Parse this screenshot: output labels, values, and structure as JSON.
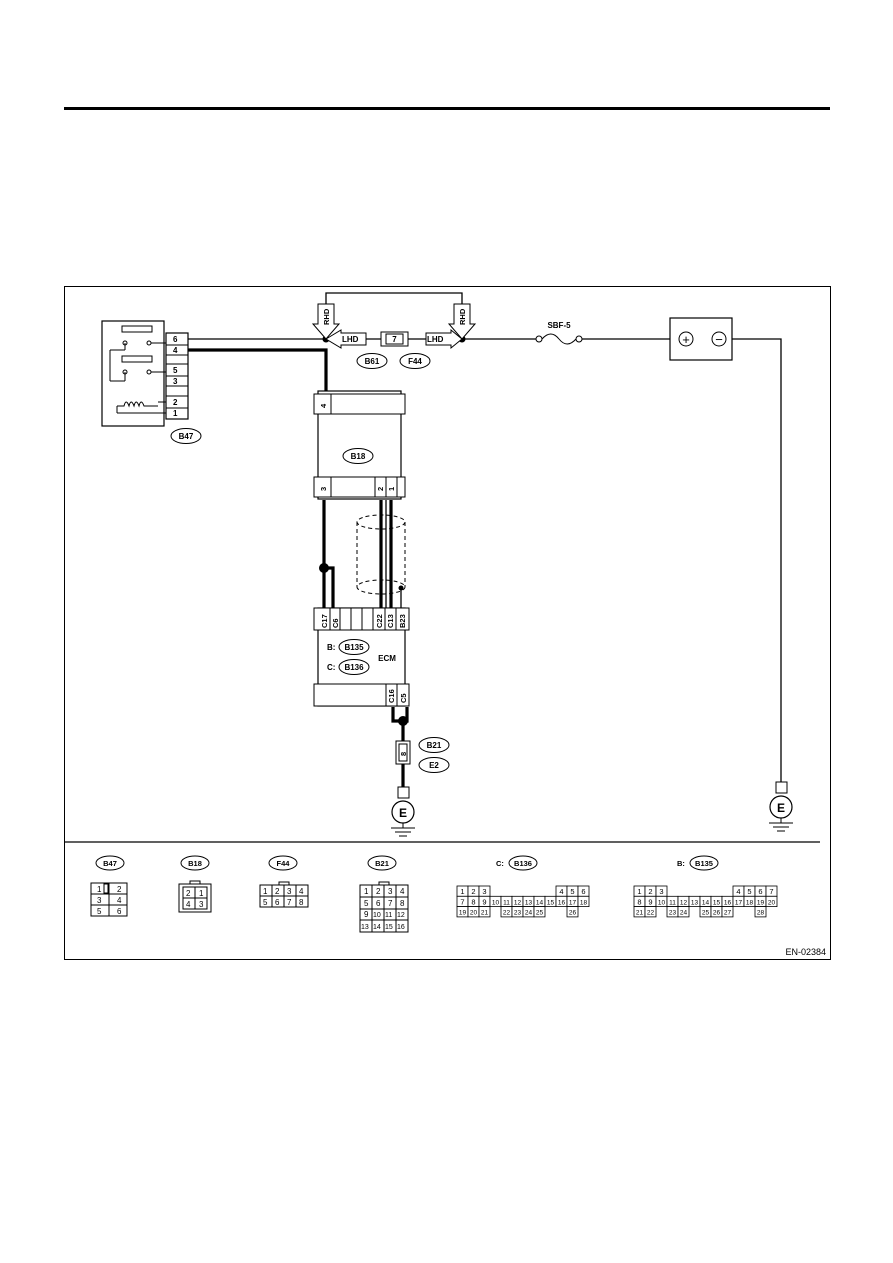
{
  "diagram": {
    "figure_id": "EN-02384",
    "connectors": {
      "relay": "B47",
      "sensor": "B18",
      "joint_left": "B61",
      "joint_right": "F44",
      "ecm_b": "B135",
      "ecm_c": "B136",
      "ground_a": "B21",
      "ground_b": "E2"
    },
    "labels": {
      "ecm": "ECM",
      "fuse": "SBF-5",
      "lhd": "LHD",
      "rhd": "RHD",
      "ground": "E",
      "b_prefix": "B:",
      "c_prefix": "C:",
      "plus": "+",
      "minus": "−"
    },
    "pins": {
      "relay": [
        "6",
        "4",
        "5",
        "3",
        "2",
        "1"
      ],
      "joint": "7",
      "sensor_top": "4",
      "sensor_bottom": [
        "3",
        "2",
        "1"
      ],
      "ecm_top": [
        "C17",
        "C6",
        "C22",
        "C13",
        "B23"
      ],
      "ecm_bottom": [
        "C16",
        "C5"
      ],
      "ground_joint": "8"
    },
    "legend": {
      "b47": [
        "1",
        "2",
        "3",
        "4",
        "5",
        "6"
      ],
      "b18": [
        "2",
        "1",
        "4",
        "3"
      ],
      "f44": [
        "1",
        "2",
        "3",
        "4",
        "5",
        "6",
        "7",
        "8"
      ],
      "b21": [
        "1",
        "2",
        "3",
        "4",
        "5",
        "6",
        "7",
        "8",
        "9",
        "10",
        "11",
        "12",
        "13",
        "14",
        "15",
        "16"
      ],
      "c136": [
        "1",
        "2",
        "3",
        "4",
        "5",
        "6",
        "7",
        "8",
        "9",
        "10",
        "11",
        "12",
        "13",
        "14",
        "15",
        "16",
        "17",
        "18",
        "19",
        "20",
        "21",
        "22",
        "23",
        "24",
        "25",
        "26"
      ],
      "b135": [
        "1",
        "2",
        "3",
        "4",
        "5",
        "6",
        "7",
        "8",
        "9",
        "10",
        "11",
        "12",
        "13",
        "14",
        "15",
        "16",
        "17",
        "18",
        "19",
        "20",
        "21",
        "22",
        "23",
        "24",
        "25",
        "26",
        "27",
        "28"
      ]
    }
  }
}
